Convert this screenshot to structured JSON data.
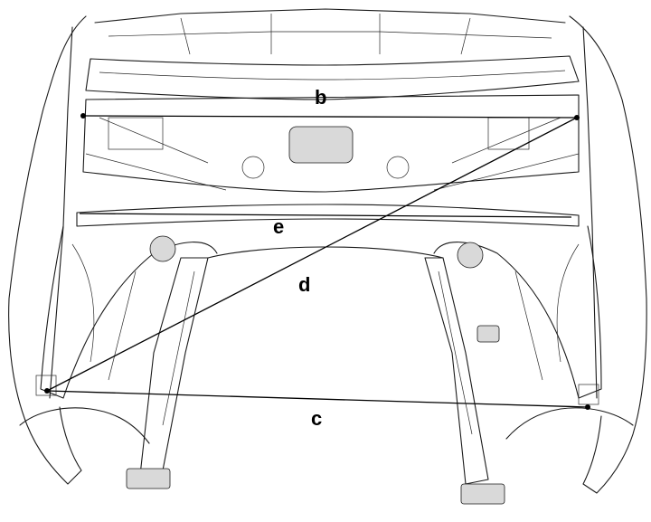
{
  "labels": {
    "b": "b",
    "c": "c",
    "d": "d",
    "e": "e"
  }
}
